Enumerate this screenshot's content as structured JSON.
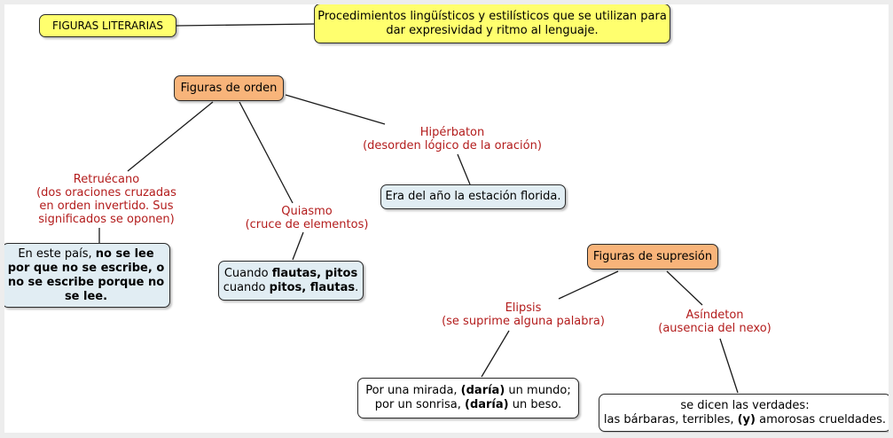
{
  "root": {
    "label": "FIGURAS LITERARIAS"
  },
  "definition": {
    "line1": "Procedimientos lingüísticos y estilísticos que se utilizan para",
    "line2": "dar expresividad y ritmo al lenguaje."
  },
  "orden": {
    "label": "Figuras de orden",
    "retruecano": {
      "lines": [
        "Retruécano",
        "(dos oraciones cruzadas",
        "en orden invertido. Sus",
        "significados se oponen)"
      ],
      "example": {
        "l1a": "En este país, ",
        "l1b": "no se lee",
        "l2": "por que no se escribe, o",
        "l3": "no se escribe porque no",
        "l4": "se lee."
      }
    },
    "quiasmo": {
      "lines": [
        "Quiasmo",
        "(cruce de elementos)"
      ],
      "example": {
        "l1a": "Cuando ",
        "l1b": "flautas, pitos",
        "l2a": "cuando ",
        "l2b": "pitos, flautas",
        "l2c": "."
      }
    },
    "hiperbaton": {
      "lines": [
        "Hipérbaton",
        "(desorden lógico de la oración)"
      ],
      "example": "Era del año la estación florida."
    }
  },
  "supresion": {
    "label": "Figuras de supresión",
    "elipsis": {
      "lines": [
        "Elipsis",
        "(se suprime alguna palabra)"
      ],
      "example": {
        "l1a": "Por una mirada, ",
        "l1b": "(daría)",
        "l1c": " un mundo;",
        "l2a": "por un sonrisa, ",
        "l2b": "(daría)",
        "l2c": " un beso."
      }
    },
    "asindeton": {
      "lines": [
        "Asíndeton",
        "(ausencia del nexo)"
      ],
      "example": {
        "l1": "se dicen las verdades:",
        "l2a": "las bárbaras, terribles, ",
        "l2b": "(y)",
        "l2c": " amorosas crueldades."
      }
    }
  },
  "colors": {
    "root": "#ffff6e",
    "category": "#f8b47a",
    "example_blue": "#e1edf3",
    "label_red": "#b31c1c"
  }
}
